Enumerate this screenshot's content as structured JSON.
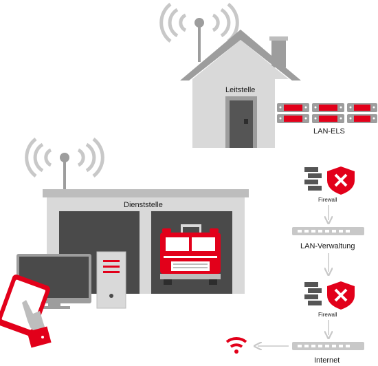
{
  "labels": {
    "leitstelle": "Leitstelle",
    "dienststelle": "Dienststelle",
    "lan_els": "LAN-ELS",
    "firewall_1": "Firewall",
    "lan_verwaltung": "LAN-Verwaltung",
    "firewall_2": "Firewall",
    "internet": "Internet"
  },
  "icons": {
    "tower_house": "antenna-tower-icon",
    "tower_station": "antenna-tower-icon",
    "server_rack": "server-rack-icon",
    "firewall": "firewall-shield-icon",
    "network_switch": "network-switch-icon",
    "wifi": "wifi-icon",
    "monitor": "monitor-icon",
    "computer_tower": "computer-tower-icon",
    "tablet": "tablet-icon",
    "fire_truck": "fire-truck-icon"
  },
  "colors": {
    "accent_red": "#e2001a",
    "wall_gray": "#d9d9d9",
    "roof_gray": "#9d9d9d",
    "dark_gray": "#4a4a4a",
    "arrow_gray": "#c8c8c8"
  }
}
